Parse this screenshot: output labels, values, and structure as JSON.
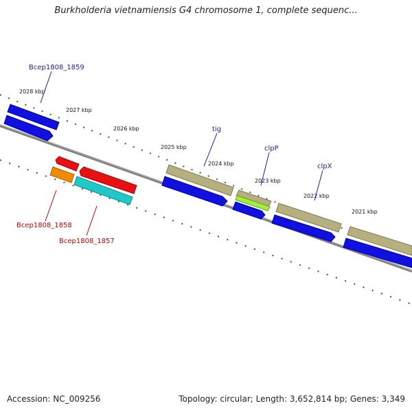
{
  "title": "Burkholderia vietnamiensis G4 chromosome 1, complete sequenc...",
  "accession": "Accession: NC_009256",
  "summary": "Topology: circular; Length: 3,652,814 bp; Genes: 3,349",
  "kbp_labels": [
    "2028 kbp",
    "2027 kbp",
    "2026 kbp",
    "2025 kbp",
    "2024 kbp",
    "2023 kbp",
    "2022 kbp",
    "2021 kbp"
  ],
  "gene_labels": {
    "bcep1859": "Bcep1808_1859",
    "tig": "tig",
    "clpP": "clpP",
    "clpX": "clpX",
    "bcep1858": "Bcep1808_1858",
    "bcep1857": "Bcep1808_1857"
  },
  "colors": {
    "backbone": "#808080",
    "cds_blue": "#1010e0",
    "gene_olive": "#b6b080",
    "gene_red": "#e81010",
    "gene_orange": "#f08a00",
    "gene_cyan": "#20c8c8",
    "gene_lime": "#a0f040",
    "tick_green": "#207020",
    "label_blue": "#1a1ab0",
    "label_red": "#cc0000"
  }
}
